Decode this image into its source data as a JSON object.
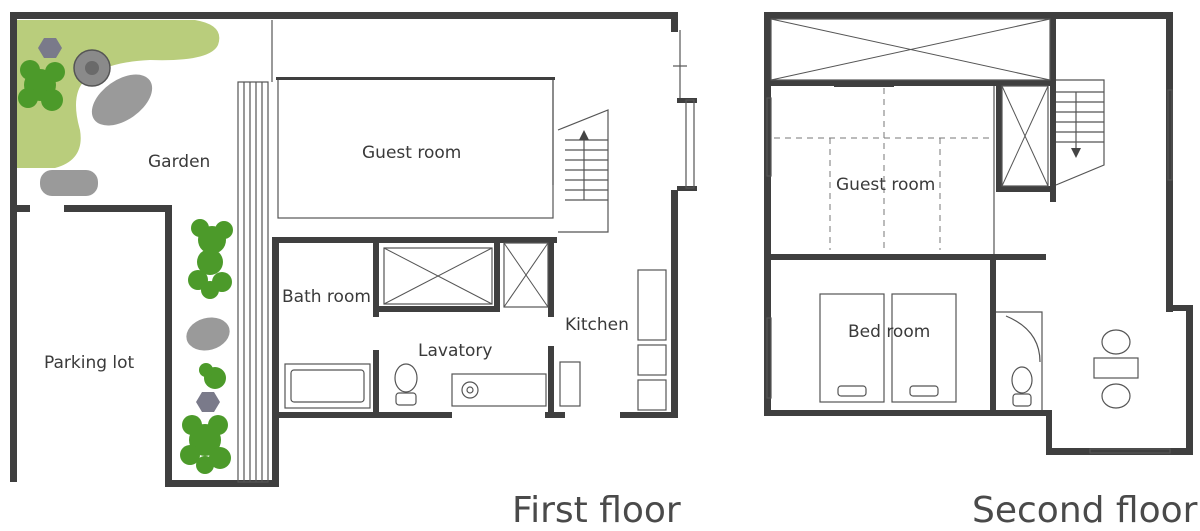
{
  "first_floor": {
    "title": "First floor",
    "rooms": {
      "garden": "Garden",
      "guest_room": "Guest room",
      "bath_room": "Bath room",
      "lavatory": "Lavatory",
      "kitchen": "Kitchen",
      "parking_lot": "Parking lot"
    }
  },
  "second_floor": {
    "title": "Second floor",
    "rooms": {
      "guest_room": "Guest room",
      "bed_room": "Bed room"
    }
  },
  "colors": {
    "wall": "#3f3f3f",
    "lawn": "#b9cd7c",
    "stone": "#9a9a9a",
    "tree": "#4c9a2a",
    "tree_trunk": "#6b4a2a"
  }
}
